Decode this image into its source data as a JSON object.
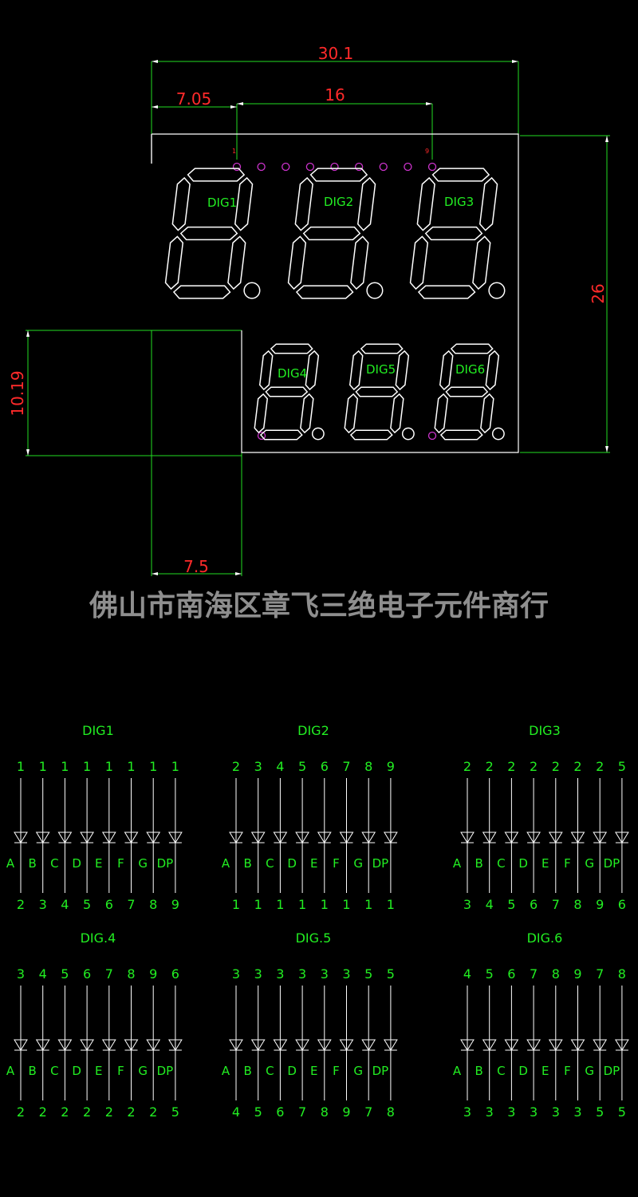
{
  "dimensions": {
    "total_width": "30.1",
    "pin1_offset": "7.05",
    "pin_span": "16",
    "height": "26",
    "lower_height": "10.19",
    "lower_offset": "7.5"
  },
  "pin_labels": {
    "first": "1",
    "last": "9"
  },
  "digits": [
    "DIG1",
    "DIG2",
    "DIG3",
    "DIG4",
    "DIG5",
    "DIG6"
  ],
  "company": "佛山市南海区章飞三绝电子元件商行",
  "colors": {
    "outline": "#ffffff",
    "dimension": "#ff2a2a",
    "dim_line": "#22dd22",
    "label": "#22ee22",
    "pin": "#cc33cc",
    "company": "#8e8e8e"
  },
  "schematics": [
    {
      "title": "DIG1",
      "top": [
        "1",
        "1",
        "1",
        "1",
        "1",
        "1",
        "1",
        "1"
      ],
      "segments": [
        "A",
        "B",
        "C",
        "D",
        "E",
        "F",
        "G",
        "DP"
      ],
      "bottom": [
        "2",
        "3",
        "4",
        "5",
        "6",
        "7",
        "8",
        "9"
      ]
    },
    {
      "title": "DIG2",
      "top": [
        "2",
        "3",
        "4",
        "5",
        "6",
        "7",
        "8",
        "9"
      ],
      "segments": [
        "A",
        "B",
        "C",
        "D",
        "E",
        "F",
        "G",
        "DP"
      ],
      "bottom": [
        "1",
        "1",
        "1",
        "1",
        "1",
        "1",
        "1",
        "1"
      ]
    },
    {
      "title": "DIG3",
      "top": [
        "2",
        "2",
        "2",
        "2",
        "2",
        "2",
        "2",
        "5"
      ],
      "segments": [
        "A",
        "B",
        "C",
        "D",
        "E",
        "F",
        "G",
        "DP"
      ],
      "bottom": [
        "3",
        "4",
        "5",
        "6",
        "7",
        "8",
        "9",
        "6"
      ]
    },
    {
      "title": "DIG.4",
      "top": [
        "3",
        "4",
        "5",
        "6",
        "7",
        "8",
        "9",
        "6"
      ],
      "segments": [
        "A",
        "B",
        "C",
        "D",
        "E",
        "F",
        "G",
        "DP"
      ],
      "bottom": [
        "2",
        "2",
        "2",
        "2",
        "2",
        "2",
        "2",
        "5"
      ]
    },
    {
      "title": "DIG.5",
      "top": [
        "3",
        "3",
        "3",
        "3",
        "3",
        "3",
        "5",
        "5"
      ],
      "segments": [
        "A",
        "B",
        "C",
        "D",
        "E",
        "F",
        "G",
        "DP"
      ],
      "bottom": [
        "4",
        "5",
        "6",
        "7",
        "8",
        "9",
        "7",
        "8"
      ]
    },
    {
      "title": "DIG.6",
      "top": [
        "4",
        "5",
        "6",
        "7",
        "8",
        "9",
        "7",
        "8"
      ],
      "segments": [
        "A",
        "B",
        "C",
        "D",
        "E",
        "F",
        "G",
        "DP"
      ],
      "bottom": [
        "3",
        "3",
        "3",
        "3",
        "3",
        "3",
        "5",
        "5"
      ]
    }
  ]
}
